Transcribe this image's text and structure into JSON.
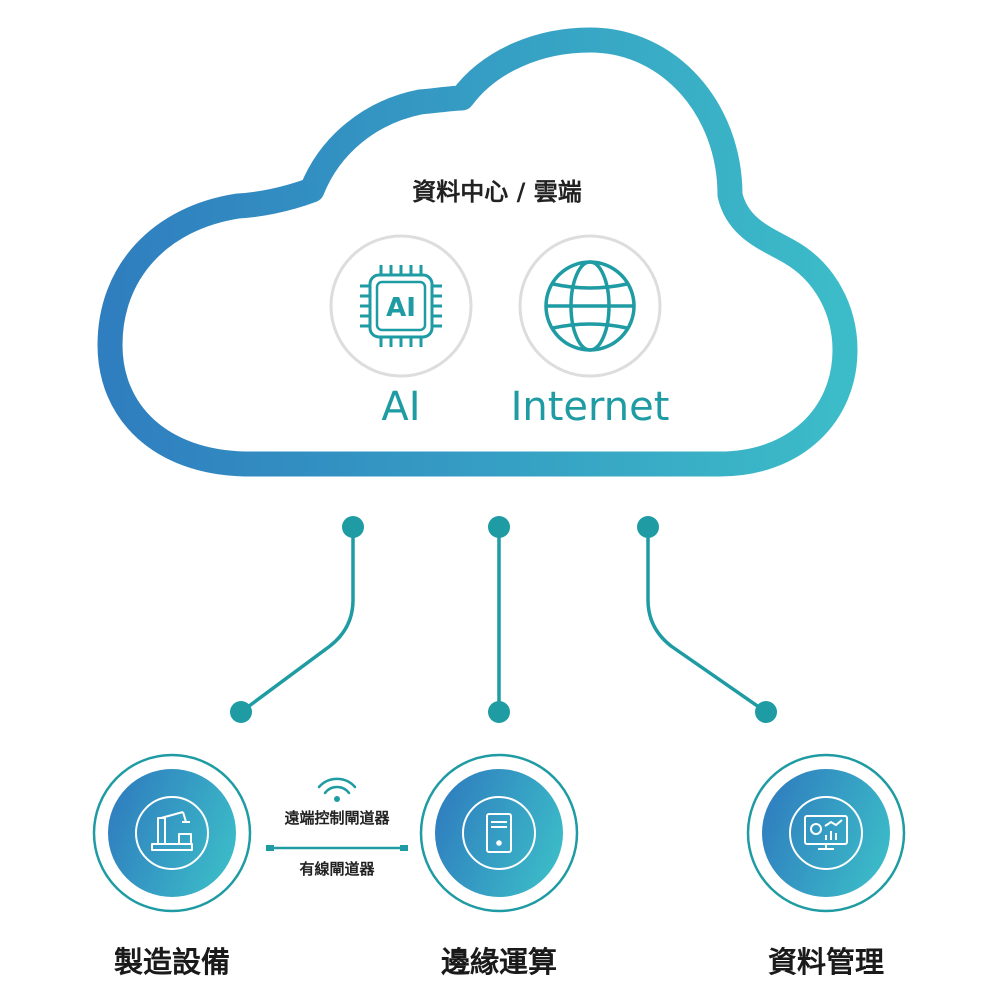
{
  "cloud": {
    "title": "資料中心 / 雲端",
    "nodes": [
      {
        "label": "AI",
        "icon": "ai-chip-icon",
        "chip_text": "AI"
      },
      {
        "label": "Internet",
        "icon": "globe-icon"
      }
    ]
  },
  "devices": [
    {
      "label": "製造設備",
      "icon": "robot-arm-icon"
    },
    {
      "label": "邊緣運算",
      "icon": "server-icon"
    },
    {
      "label": "資料管理",
      "icon": "dashboard-monitor-icon"
    }
  ],
  "links": {
    "wireless": {
      "label": "遠端控制閘道器",
      "icon": "wifi-icon"
    },
    "wired": {
      "label": "有線閘道器",
      "icon": "cable-icon"
    }
  },
  "colors": {
    "gradient_start": "#2f7ebf",
    "gradient_end": "#3cbcc8",
    "connector": "#1e9ba3",
    "icon_ring": "#dddddd"
  }
}
